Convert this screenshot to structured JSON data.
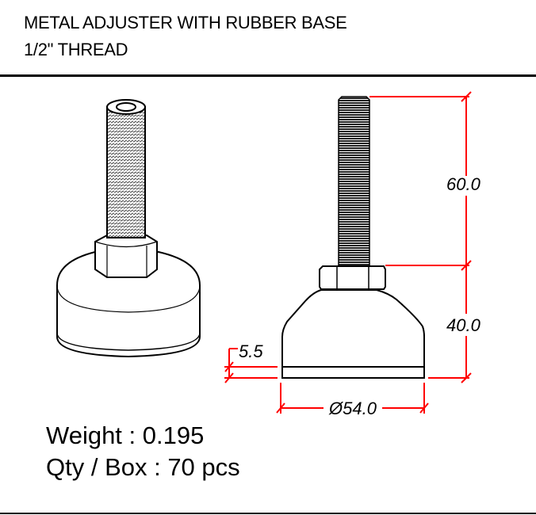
{
  "title": {
    "line1": "METAL ADJUSTER WITH RUBBER BASE",
    "line2": "1/2\" THREAD"
  },
  "dimensions": {
    "thread_length": "60.0",
    "body_height": "40.0",
    "rubber_thickness": "5.5",
    "base_diameter": "Ø54.0"
  },
  "specs": {
    "weight": "Weight : 0.195",
    "qty_per_box": "Qty / Box : 70 pcs"
  },
  "colors": {
    "dimension_lines": "#ff0000",
    "outline": "#000000"
  }
}
